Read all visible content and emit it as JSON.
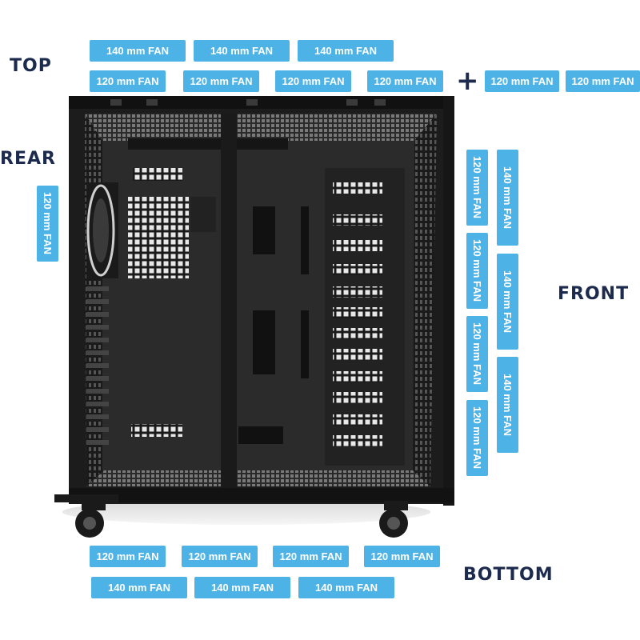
{
  "labels": {
    "top": "TOP",
    "rear": "REAR",
    "front": "FRONT",
    "bottom": "BOTTOM",
    "plus": "+"
  },
  "fans": {
    "top_140": [
      "140 mm FAN",
      "140 mm FAN",
      "140 mm FAN"
    ],
    "top_120": [
      "120 mm FAN",
      "120 mm FAN",
      "120 mm FAN",
      "120 mm FAN"
    ],
    "top_extra_120": [
      "120 mm FAN",
      "120 mm FAN"
    ],
    "rear_120": "120 mm FAN",
    "front_120": [
      "120 mm FAN",
      "120 mm FAN",
      "120 mm FAN",
      "120 mm FAN"
    ],
    "front_140": [
      "140 mm FAN",
      "140 mm FAN",
      "140 mm FAN"
    ],
    "bottom_120": [
      "120 mm FAN",
      "120 mm FAN",
      "120 mm FAN",
      "120 mm FAN"
    ],
    "bottom_140": [
      "140 mm FAN",
      "140 mm FAN",
      "140 mm FAN"
    ]
  },
  "colors": {
    "badge": "#4db3e6",
    "label": "#1c2a4e",
    "case": "#1e1e1e"
  }
}
